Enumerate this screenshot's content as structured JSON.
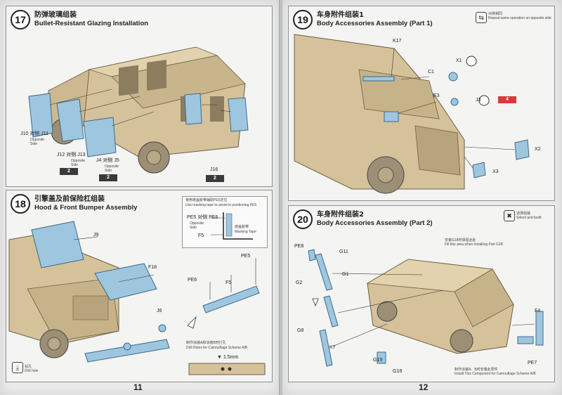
{
  "colors": {
    "vehicle": "#d5c29a",
    "glass": "#9fc6df",
    "badge_dark": "#3a3a3a",
    "badge_red": "#d63b3b"
  },
  "left_page": {
    "page_number": "11",
    "step17": {
      "number": "17",
      "title_cn": "防弹玻璃组装",
      "title_en": "Bullet-Resistant Glazing Installation",
      "labels": {
        "j10": "J10",
        "dui_ying_1": "对侧",
        "j11": "J11",
        "opposite_1": "Opposite",
        "side_1": "Side",
        "j12": "J12",
        "dui_ying_2": "对侧",
        "j13": "J13",
        "opposite_2": "Opposite",
        "side_2": "Side",
        "j4": "J4",
        "dui_ying_3": "对侧",
        "j5": "J5",
        "opposite_3": "Opposite",
        "side_3": "Side",
        "j16": "J16"
      },
      "badges": [
        "2",
        "2",
        "2"
      ]
    },
    "step18": {
      "number": "18",
      "title_cn": "引擎盖及前保险杠组装",
      "title_en": "Hood & Front Bumper Assembly",
      "labels": {
        "j9": "J9",
        "f18": "F18",
        "j6": "J6",
        "pe6": "PE6",
        "f5": "F5",
        "pe5": "PE5"
      },
      "masking_note": {
        "cn": "使用遮盖胶带辅助PE5定位",
        "en": "Use masking tape to assist in positioning PE5",
        "pe5": "PE5",
        "dui_ying": "对侧",
        "pe6": "PE6",
        "opposite": "Opposite",
        "side": "Side",
        "f5": "F5",
        "tape_cn": "遮盖胶带",
        "tape_en": "Masking Tape"
      },
      "drill_note": {
        "cn": "制作涂装A和涂装B时打孔",
        "en": "Drill Holes for Camouflage Scheme A/B",
        "size": "1.5mm"
      },
      "footer_icon_cn": "钻孔",
      "footer_icon_en": "Drill hole"
    }
  },
  "right_page": {
    "page_number": "12",
    "step19": {
      "number": "19",
      "title_cn": "车身附件组装1",
      "title_en": "Body Accessories Assembly (Part 1)",
      "repeat_cn": "对侧相同",
      "repeat_en": "Repeat same operation on opposite side",
      "labels": {
        "k17": "K17",
        "c1": "C1",
        "e3": "E3",
        "x1": "X1",
        "j3": "J3",
        "x2": "X2",
        "x3": "X3"
      },
      "badge": "4"
    },
    "step20": {
      "number": "20",
      "title_cn": "车身附件组装2",
      "title_en": "Body Accessories Assembly (Part 2)",
      "select_cn": "选择组装",
      "select_en": "Select and build",
      "note_top_cn": "安装G18时保留此处",
      "note_top_en": "Fill this area when installing Part G18",
      "note_bottom_cn": "制作涂装A、B时安装此零件",
      "note_bottom_en": "Install This Component for Camouflage Scheme A/B",
      "labels": {
        "pe8": "PE8",
        "g11": "G11",
        "g1": "G1",
        "g2": "G2",
        "g8": "G8",
        "k7": "K7",
        "g19": "G19",
        "g18": "G18",
        "f4": "F4",
        "pe7": "PE7"
      }
    }
  }
}
